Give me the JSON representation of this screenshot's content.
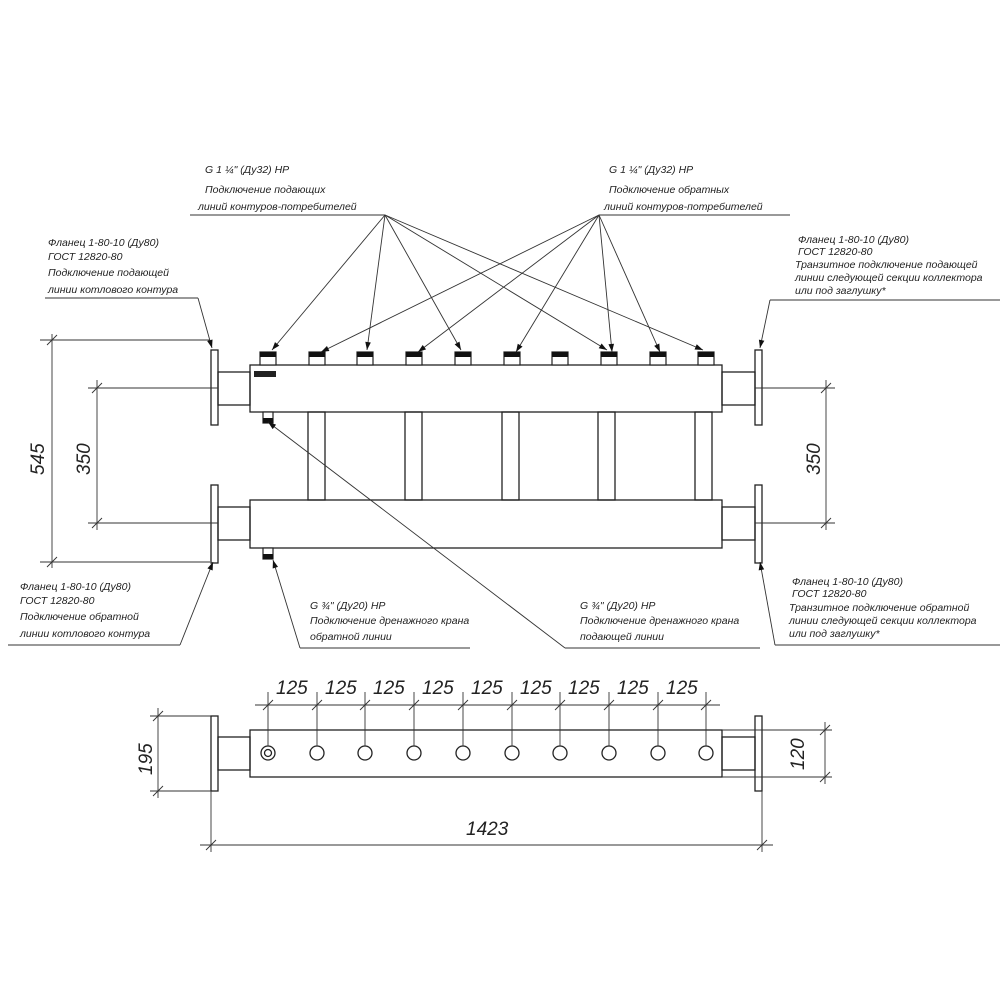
{
  "labels": {
    "supply_nozzles": [
      "G 1 ¼\" (Ду32) НР",
      "Подключение подающих",
      "линий контуров-потребителей"
    ],
    "return_nozzles": [
      "G 1 ¼\" (Ду32) НР",
      "Подключение обратных",
      "линий контуров-потребителей"
    ],
    "flange_supply_left": [
      "Фланец 1-80-10 (Ду80)",
      "ГОСТ 12820-80",
      "Подключение подающей",
      "линии котлового контура"
    ],
    "flange_supply_right": [
      "Фланец 1-80-10 (Ду80)",
      "ГОСТ 12820-80",
      "Транзитное подключение подающей",
      "линии следующей секции коллектора",
      "или под заглушку*"
    ],
    "flange_return_left": [
      "Фланец 1-80-10 (Ду80)",
      "ГОСТ 12820-80",
      "Подключение обратной",
      "линии котлового контура"
    ],
    "flange_return_right": [
      "Фланец 1-80-10 (Ду80)",
      "ГОСТ 12820-80",
      "Транзитное подключение обратной",
      "линии следующей секции коллектора",
      "или под заглушку*"
    ],
    "drain_return": [
      "G ¾\" (Ду20) НР",
      "Подключение дренажного крана",
      "обратной линии"
    ],
    "drain_supply": [
      "G ¾\" (Ду20) НР",
      "Подключение дренажного крана",
      "подающей линии"
    ]
  },
  "dimensions": {
    "overall_height": "545",
    "header_spacing_left": "350",
    "header_spacing_right": "350",
    "nozzle_pitch": [
      "125",
      "125",
      "125",
      "125",
      "125",
      "125",
      "125",
      "125",
      "125"
    ],
    "flange_diameter": "195",
    "header_width": "120",
    "overall_length": "1423"
  }
}
